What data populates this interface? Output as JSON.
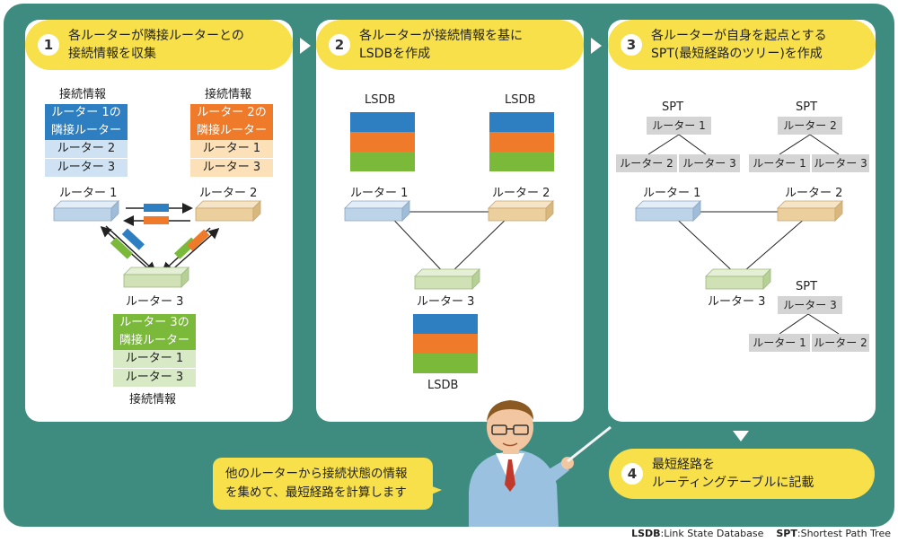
{
  "steps": [
    {
      "num": "1",
      "line1": "各ルーターが隣接ルーターとの",
      "line2": "接続情報を収集"
    },
    {
      "num": "2",
      "line1": "各ルーターが接続情報を基に",
      "line2": "LSDBを作成"
    },
    {
      "num": "3",
      "line1": "各ルーターが自身を起点とする",
      "line2": "SPT(最短経路のツリー)を作成"
    },
    {
      "num": "4",
      "line1": "最短経路を",
      "line2": "ルーティングテーブルに記載"
    }
  ],
  "panel1": {
    "info_label_left": "接続情報",
    "info_label_right": "接続情報",
    "info_label_bottom": "接続情報",
    "r1_header_1": "ルーター 1の",
    "r1_header_2": "隣接ルーター",
    "r1_items": [
      "ルーター 2",
      "ルーター 3"
    ],
    "r2_header_1": "ルーター 2の",
    "r2_header_2": "隣接ルーター",
    "r2_items": [
      "ルーター 1",
      "ルーター 3"
    ],
    "r3_header_1": "ルーター 3の",
    "r3_header_2": "隣接ルーター",
    "r3_items": [
      "ルーター 1",
      "ルーター 3"
    ],
    "router1": "ルーター 1",
    "router2": "ルーター 2",
    "router3": "ルーター 3"
  },
  "panel2": {
    "lsdb_left": "LSDB",
    "lsdb_right": "LSDB",
    "lsdb_bottom": "LSDB",
    "router1": "ルーター 1",
    "router2": "ルーター 2",
    "router3": "ルーター 3"
  },
  "panel3": {
    "spt_left": "SPT",
    "spt_right": "SPT",
    "spt_bottom": "SPT",
    "tree_left": {
      "root": "ルーター 1",
      "leaves": [
        "ルーター 2",
        "ルーター 3"
      ]
    },
    "tree_right": {
      "root": "ルーター 2",
      "leaves": [
        "ルーター 1",
        "ルーター 3"
      ]
    },
    "tree_bottom": {
      "root": "ルーター 3",
      "leaves": [
        "ルーター 1",
        "ルーター 2"
      ]
    },
    "router1": "ルーター 1",
    "router2": "ルーター 2",
    "router3": "ルーター 3"
  },
  "bubble": {
    "line1": "他のルーターから接続状態の情報",
    "line2": "を集めて、最短経路を計算します"
  },
  "footer": {
    "lsdb_abbr": "LSDB",
    "lsdb_full": ":Link State Database",
    "spt_abbr": "SPT",
    "spt_full": ":Shortest Path Tree"
  },
  "colors": {
    "background": "#3d8c7f",
    "header_yellow": "#f7e04a",
    "router1_blue": "#2e7fc1",
    "router2_orange": "#ef7b2a",
    "router3_green": "#7bb93b",
    "spt_gray": "#d4d4d4"
  },
  "icons": [
    "router-icon",
    "teacher-figure",
    "pointer-stick",
    "arrow-right-icon",
    "arrow-down-icon"
  ]
}
